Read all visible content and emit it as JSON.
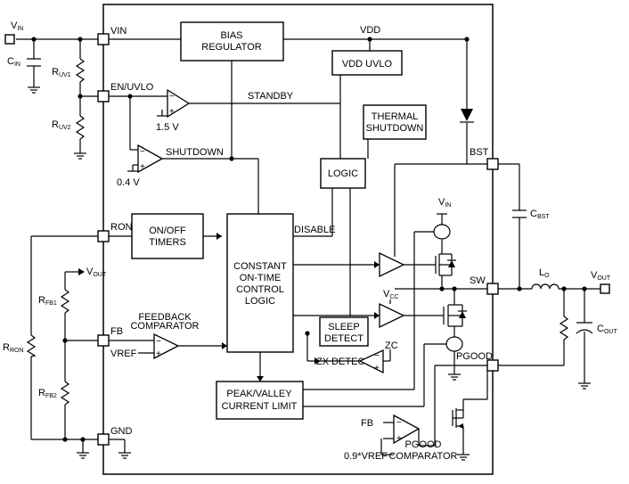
{
  "pins": {
    "vin": "VIN",
    "en_uvlo": "EN/UVLO",
    "ron": "RON",
    "fb": "FB",
    "gnd": "GND",
    "bst": "BST",
    "sw": "SW",
    "pgood": "PGOOD"
  },
  "blocks": {
    "bias_regulator": [
      "BIAS",
      "REGULATOR"
    ],
    "vdd_uvlo": "VDD UVLO",
    "thermal_shutdown": [
      "THERMAL",
      "SHUTDOWN"
    ],
    "logic": "LOGIC",
    "on_off_timers": [
      "ON/OFF",
      "TIMERS"
    ],
    "cot_logic": [
      "CONSTANT",
      "ON-TIME",
      "CONTROL",
      "LOGIC"
    ],
    "sleep_detect": [
      "SLEEP",
      "DETECT"
    ],
    "peak_valley": [
      "PEAK/VALLEY",
      "CURRENT LIMIT"
    ]
  },
  "signals": {
    "vdd": "VDD",
    "standby": "STANDBY",
    "shutdown": "SHUTDOWN",
    "disable": "DISABLE",
    "zx_detect": "ZX DETECT",
    "zc": "ZC",
    "feedback_comparator": [
      "FEEDBACK",
      "COMPARATOR"
    ],
    "pgood_comparator": [
      "PGOOD",
      "COMPARATOR"
    ],
    "ref_1v5": "1.5 V",
    "ref_0v4": "0.4 V",
    "vref": "VREF",
    "fb_in": "FB",
    "pg_ref": "0.9*VREF",
    "plus": "+",
    "minus": "−"
  },
  "components": {
    "v_in": {
      "main": "V",
      "sub": "IN"
    },
    "c_in": {
      "main": "C",
      "sub": "IN"
    },
    "r_uv1": {
      "main": "R",
      "sub": "UV1"
    },
    "r_uv2": {
      "main": "R",
      "sub": "UV2"
    },
    "v_out_fb": {
      "main": "V",
      "sub": "OUT"
    },
    "r_fb1": {
      "main": "R",
      "sub": "FB1"
    },
    "r_fb2": {
      "main": "R",
      "sub": "FB2"
    },
    "r_ron": {
      "main": "R",
      "sub": "RON"
    },
    "c_bst": {
      "main": "C",
      "sub": "BST"
    },
    "l_o": {
      "main": "L",
      "sub": "O"
    },
    "v_out": {
      "main": "V",
      "sub": "OUT"
    },
    "c_out": {
      "main": "C",
      "sub": "OUT"
    },
    "v_in_hs": {
      "main": "V",
      "sub": "IN"
    },
    "v_cc": {
      "main": "V",
      "sub": "CC"
    }
  }
}
